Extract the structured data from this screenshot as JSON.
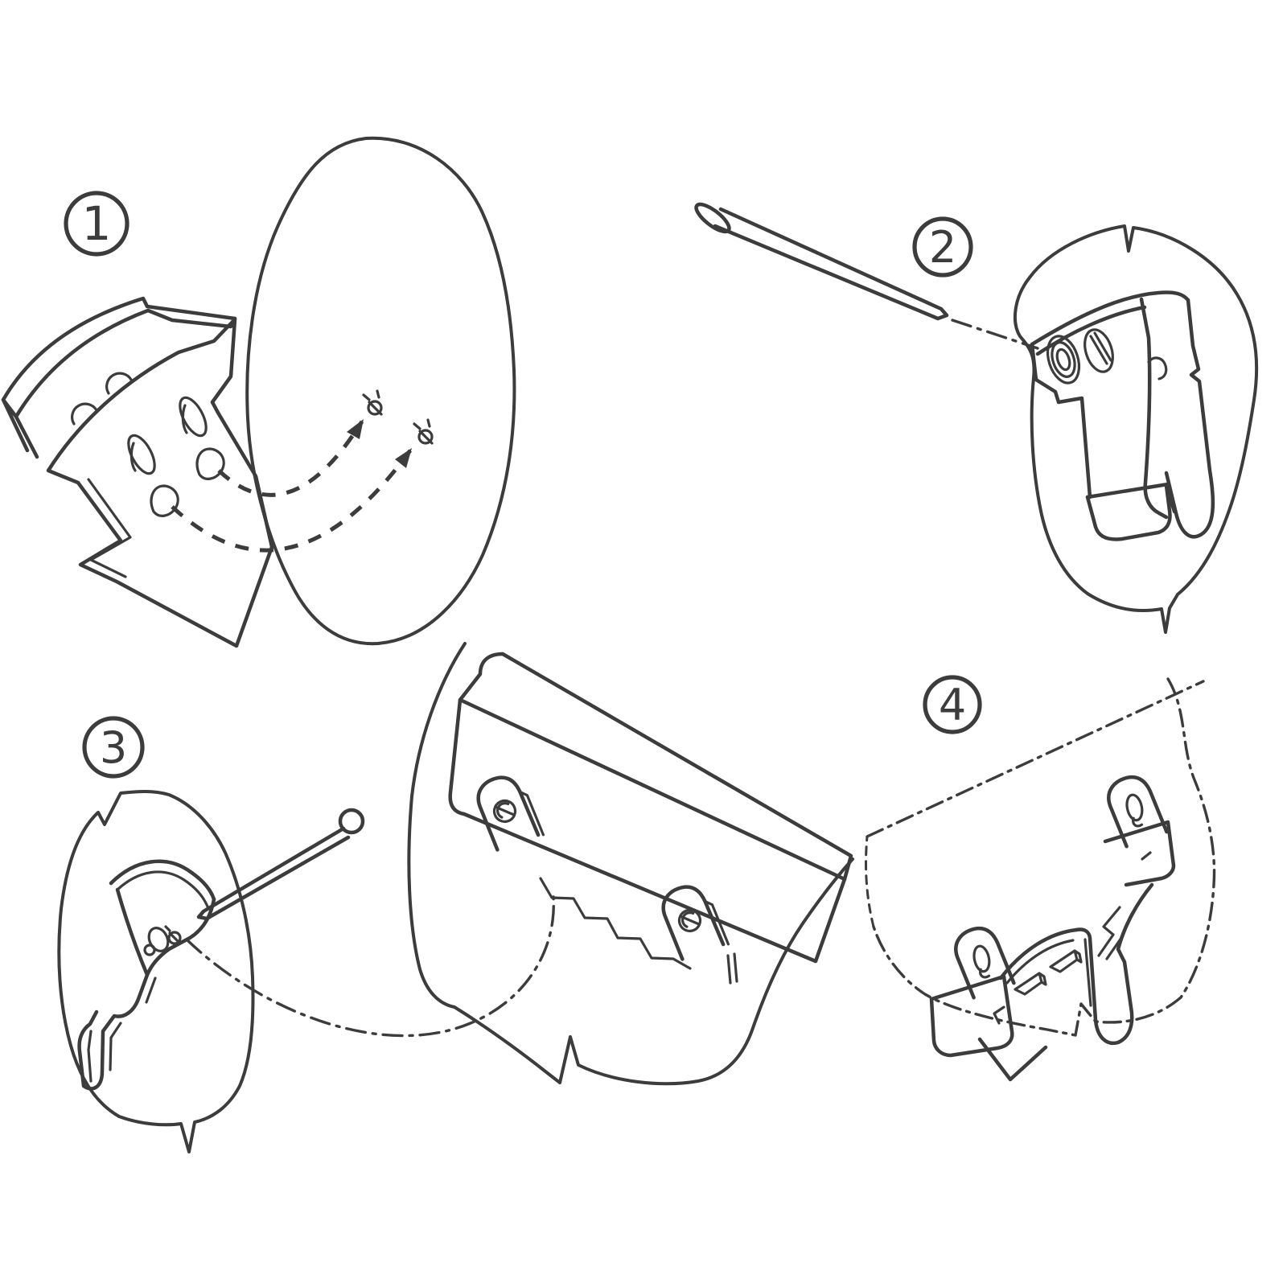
{
  "diagram": {
    "title": "bracket-mounting-instruction-diagram",
    "background_color": "#ffffff",
    "line_color": "#3c3c3c",
    "steps": [
      {
        "number": "1",
        "parts": [
          "cleat-bracket",
          "wall-patch",
          "transfer-arrows",
          "screw-marks"
        ]
      },
      {
        "number": "2",
        "parts": [
          "nail",
          "wall-patch",
          "hook-bracket",
          "threaded-hole",
          "slotted-hole"
        ]
      },
      {
        "number": "3",
        "parts": [
          "wall-patch",
          "cleat-bracket-profile",
          "push-pin",
          "placement-path",
          "mounting-panel",
          "hanger-tabs",
          "torn-edge"
        ]
      },
      {
        "number": "4",
        "parts": [
          "ghost-wall-outline",
          "hanger-tabs",
          "interlocked-brackets",
          "press-direction-wedges"
        ]
      }
    ]
  }
}
